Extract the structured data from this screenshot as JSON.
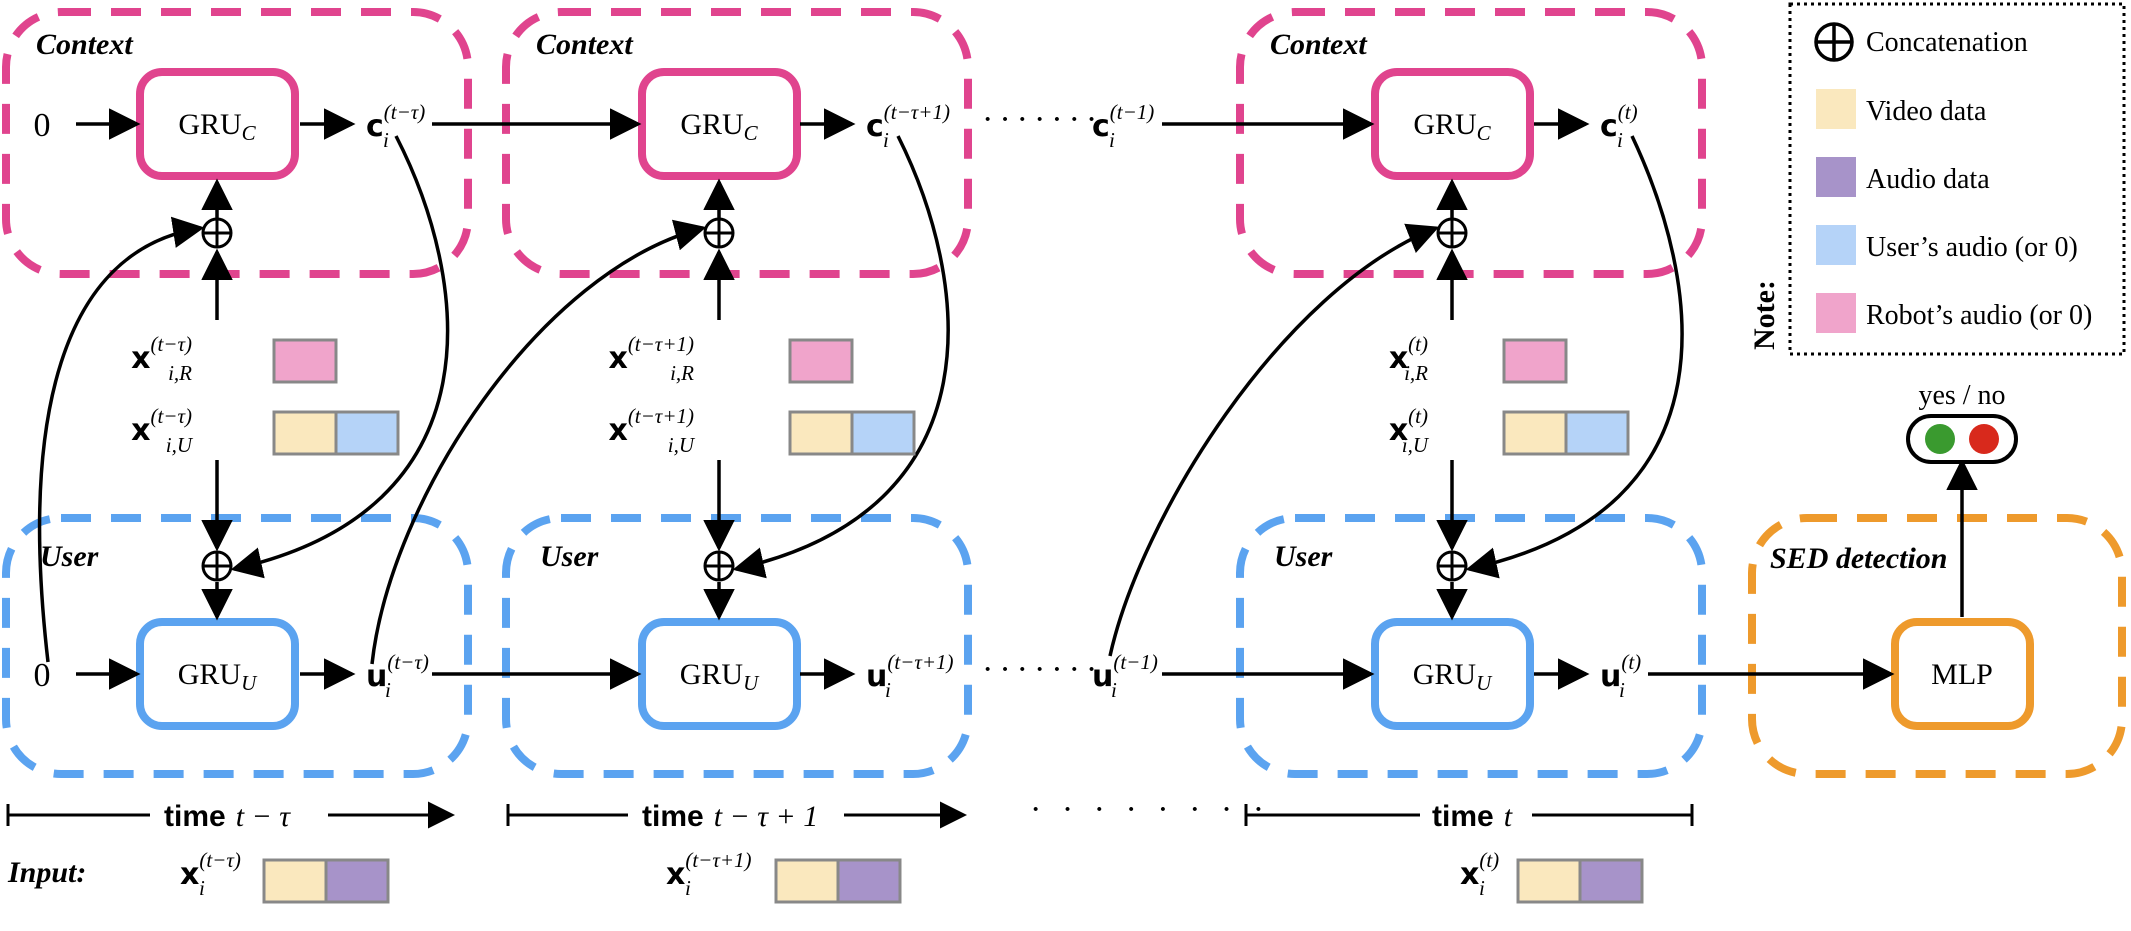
{
  "regions": {
    "context": "Context",
    "user": "User",
    "sed": "SED detection"
  },
  "gru": {
    "context": {
      "base": "GRU",
      "sub": "C"
    },
    "user": {
      "base": "GRU",
      "sub": "U"
    },
    "mlp": "MLP"
  },
  "initial_state": "0",
  "outputs": {
    "c1": {
      "vec": "c",
      "sub": "i",
      "sup": "(t−τ)"
    },
    "c2": {
      "vec": "c",
      "sub": "i",
      "sup": "(t−τ+1)"
    },
    "c3": {
      "vec": "c",
      "sub": "i",
      "sup": "(t−1)"
    },
    "c4": {
      "vec": "c",
      "sub": "i",
      "sup": "(t)"
    },
    "u1": {
      "vec": "u",
      "sub": "i",
      "sup": "(t−τ)"
    },
    "u2": {
      "vec": "u",
      "sub": "i",
      "sup": "(t−τ+1)"
    },
    "u3": {
      "vec": "u",
      "sub": "i",
      "sup": "(t−1)"
    },
    "u4": {
      "vec": "u",
      "sub": "i",
      "sup": "(t)"
    }
  },
  "features": {
    "r1": {
      "vec": "x",
      "sub": "i,R",
      "sup": "(t−τ)"
    },
    "u1": {
      "vec": "x",
      "sub": "i,U",
      "sup": "(t−τ)"
    },
    "r2": {
      "vec": "x",
      "sub": "i,R",
      "sup": "(t−τ+1)"
    },
    "u2": {
      "vec": "x",
      "sub": "i,U",
      "sup": "(t−τ+1)"
    },
    "r3": {
      "vec": "x",
      "sub": "i,R",
      "sup": "(t)"
    },
    "u3": {
      "vec": "x",
      "sub": "i,U",
      "sup": "(t)"
    }
  },
  "inputs": {
    "label": "Input:",
    "x1": {
      "vec": "x",
      "sub": "i",
      "sup": "(t−τ)"
    },
    "x2": {
      "vec": "x",
      "sub": "i",
      "sup": "(t−τ+1)"
    },
    "x3": {
      "vec": "x",
      "sub": "i",
      "sup": "(t)"
    }
  },
  "timeline": {
    "word": "time",
    "t1": "t − τ",
    "t2": "t − τ + 1",
    "t3": "t"
  },
  "ellipsis": "·······",
  "ellipsis_long": "· · · · · · · ·",
  "output": {
    "label": "yes / no"
  },
  "note": {
    "title": "Note:",
    "concat": "Concatenation",
    "video": "Video data",
    "audio": "Audio data",
    "user_audio": "User’s audio (or 0)",
    "robot_audio": "Robot’s audio (or 0)"
  },
  "colors": {
    "context": "#E0448E",
    "user": "#5BA3F0",
    "sed": "#EE9A2C",
    "video": "#FAE8BE",
    "audio": "#A793C9",
    "user_audio": "#B5D3F8",
    "robot_audio": "#F0A4CB",
    "yes": "#3A9A2F",
    "no": "#D8291C"
  }
}
